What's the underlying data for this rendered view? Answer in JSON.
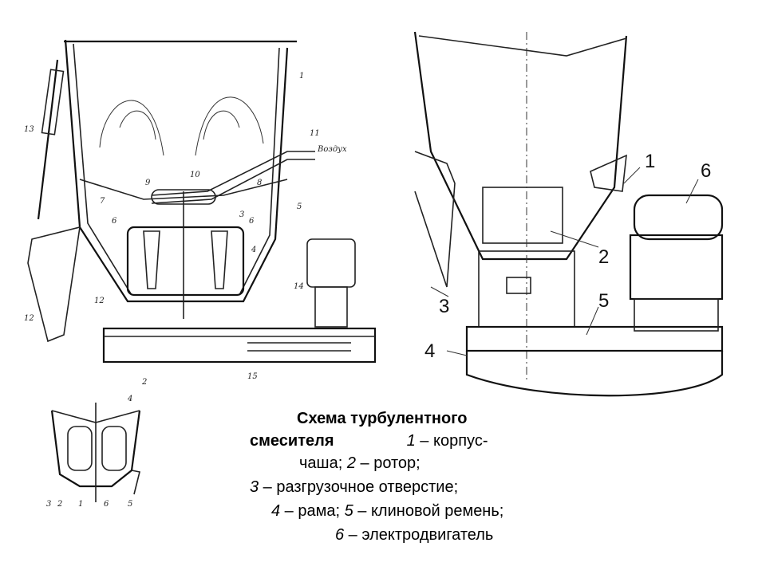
{
  "caption": {
    "title_line1": "Схема турбулентного",
    "title_line2": "смесителя",
    "items": [
      {
        "num": "1",
        "text": " – корпус-"
      },
      {
        "num": "",
        "text": "чаша; "
      },
      {
        "num": "2",
        "text": " – ротор;"
      },
      {
        "num": "3",
        "text": " – разгрузочное отверстие;"
      },
      {
        "num": "4",
        "text": " – рама; "
      },
      {
        "num": "5",
        "text": " – клиновой ремень;"
      },
      {
        "num": "6",
        "text": " – электродвигатель"
      }
    ]
  },
  "left_figure": {
    "labels": [
      "1",
      "2",
      "3",
      "4",
      "5",
      "6",
      "6",
      "7",
      "8",
      "9",
      "10",
      "11",
      "12",
      "12",
      "13",
      "14",
      "15"
    ],
    "air_label": "Воздух"
  },
  "right_figure": {
    "labels": [
      "1",
      "2",
      "3",
      "4",
      "5",
      "6"
    ]
  },
  "small_figure": {
    "labels": [
      "4",
      "3",
      "2",
      "1",
      "6",
      "5"
    ]
  }
}
